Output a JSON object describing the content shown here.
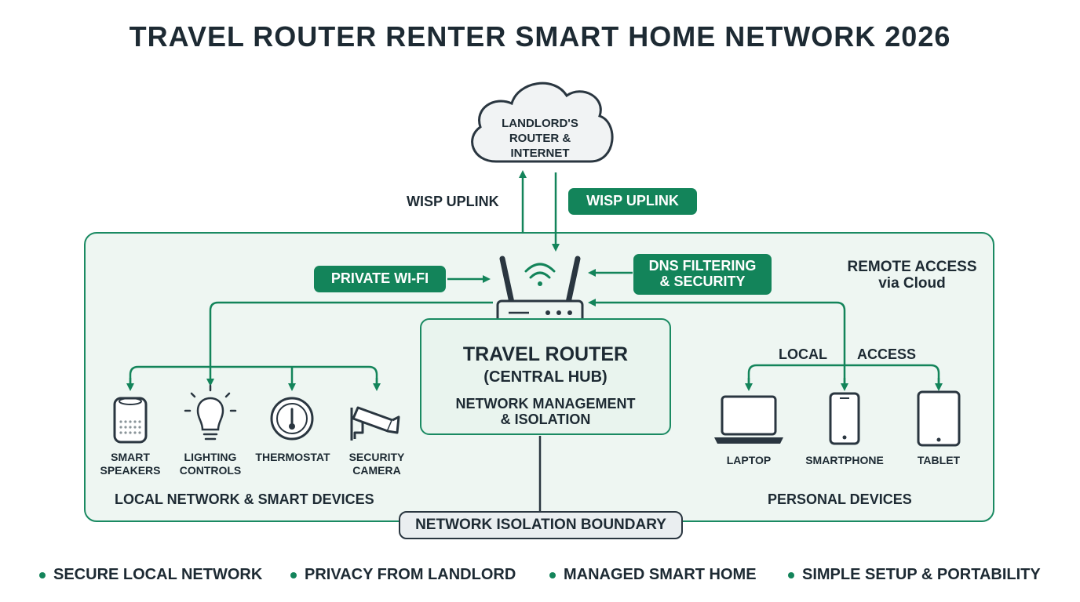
{
  "title": "TRAVEL ROUTER RENTER SMART HOME NETWORK 2026",
  "cloud": {
    "line1": "LANDLORD'S",
    "line2": "ROUTER &",
    "line3": "INTERNET"
  },
  "uplink": {
    "left": "WISP UPLINK",
    "right": "WISP UPLINK"
  },
  "pills": {
    "private_wifi": "PRIVATE WI-FI",
    "dns_line1": "DNS FILTERING",
    "dns_line2": "& SECURITY"
  },
  "remote": {
    "line1": "REMOTE ACCESS",
    "line2": "via Cloud"
  },
  "hub": {
    "title": "TRAVEL ROUTER",
    "subtitle": "(CENTRAL HUB)",
    "desc_line1": "NETWORK MANAGEMENT",
    "desc_line2": "& ISOLATION"
  },
  "local_access": {
    "left": "LOCAL",
    "right": "ACCESS"
  },
  "smart_devices": [
    {
      "icon": "smart-speaker-icon",
      "line1": "SMART",
      "line2": "SPEAKERS"
    },
    {
      "icon": "lightbulb-icon",
      "line1": "LIGHTING",
      "line2": "CONTROLS"
    },
    {
      "icon": "thermostat-icon",
      "line1": "THERMOSTAT",
      "line2": ""
    },
    {
      "icon": "security-camera-icon",
      "line1": "SECURITY",
      "line2": "CAMERA"
    }
  ],
  "personal_devices": [
    {
      "icon": "laptop-icon",
      "label": "LAPTOP"
    },
    {
      "icon": "smartphone-icon",
      "label": "SMARTPHONE"
    },
    {
      "icon": "tablet-icon",
      "label": "TABLET"
    }
  ],
  "sections": {
    "local_network": "LOCAL NETWORK & SMART DEVICES",
    "personal": "PERSONAL DEVICES"
  },
  "boundary": "NETWORK ISOLATION BOUNDARY",
  "footer": [
    "SECURE LOCAL NETWORK",
    "PRIVACY FROM LANDLORD",
    "MANAGED SMART HOME",
    "SIMPLE SETUP & PORTABILITY"
  ],
  "colors": {
    "green": "#13845a",
    "dark": "#1d2a33",
    "panel": "#eef6f2"
  }
}
